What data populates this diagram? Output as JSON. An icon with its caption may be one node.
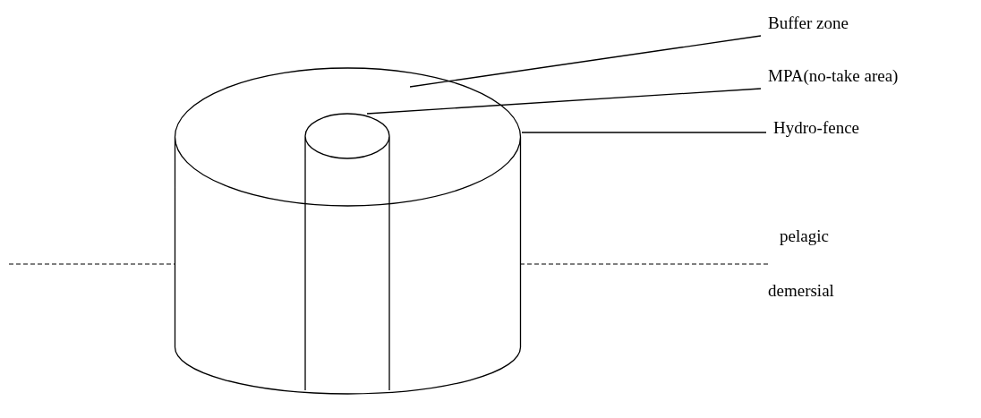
{
  "diagram": {
    "nodes": [
      {
        "text": [
          "Buffer zone"
        ]
      },
      {
        "text": [
          "MPA(no-take area)"
        ]
      },
      {
        "text": [
          "Hydro-fence"
        ]
      },
      {
        "text": [],
        "shape": "cylinder"
      },
      {
        "text": [],
        "shape": "cylinder",
        "in": 3
      }
    ],
    "edges": [
      {
        "from": 0,
        "to": 3,
        "arrow": "none"
      },
      {
        "from": 1,
        "to": 4,
        "arrow": "none"
      },
      {
        "from": 2,
        "to": 3,
        "arrow": "none"
      }
    ],
    "labels": [
      "pelagic",
      "demersial"
    ]
  }
}
